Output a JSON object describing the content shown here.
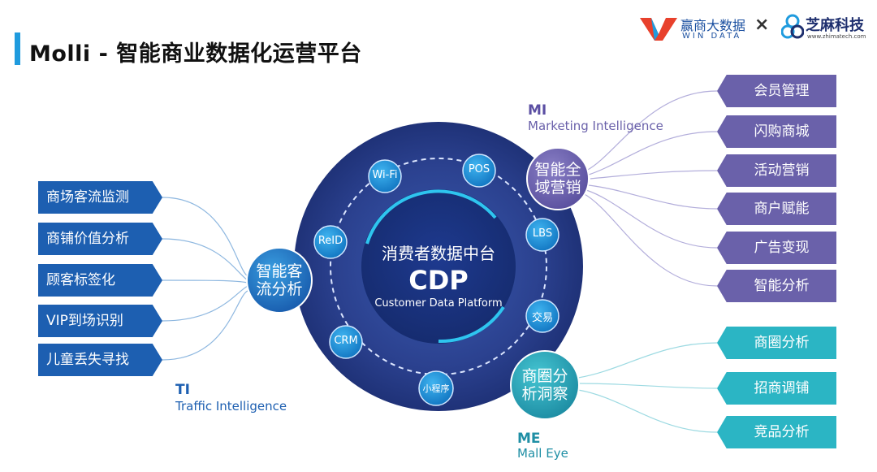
{
  "header": {
    "title": "Molli - 智能商业数据化运营平台",
    "logo_win_cn": "赢商大数据",
    "logo_win_en": "WIN DATA",
    "logo_separator": "×",
    "logo_zhima_cn": "芝麻科技",
    "logo_zhima_en": "www.zhimatech.com"
  },
  "center": {
    "title_cn": "消费者数据中台",
    "title_en_abbr": "CDP",
    "title_en_full": "Customer Data Platform"
  },
  "ring_nodes": {
    "wifi": "Wi-Fi",
    "pos": "POS",
    "lbs": "LBS",
    "trade": "交易",
    "miniapp": "小程序",
    "crm": "CRM",
    "reid": "ReID"
  },
  "hubs": {
    "mi": {
      "line1": "智能全",
      "line2": "域营销"
    },
    "ti": {
      "line1": "智能客",
      "line2": "流分析"
    },
    "me": {
      "line1": "商圈分",
      "line2": "析洞察"
    }
  },
  "labels": {
    "mi_code": "MI",
    "mi_full": "Marketing Intelligence",
    "ti_code": "TI",
    "ti_full": "Traffic Intelligence",
    "me_code": "ME",
    "me_full": "Mall Eye"
  },
  "left_items": [
    "商场客流监测",
    "商铺价值分析",
    "顾客标签化",
    "VIP到场识别",
    "儿童丢失寻找"
  ],
  "right_purple_items": [
    "会员管理",
    "闪购商城",
    "活动营销",
    "商户赋能",
    "广告变现",
    "智能分析"
  ],
  "right_teal_items": [
    "商圈分析",
    "招商调铺",
    "竞品分析"
  ],
  "colors": {
    "accent_blue": "#1f9bde",
    "left_box": "#1d5fb1",
    "purple": "#6a61aa",
    "teal": "#2bb5c4",
    "navy": "#1e2f6e"
  }
}
